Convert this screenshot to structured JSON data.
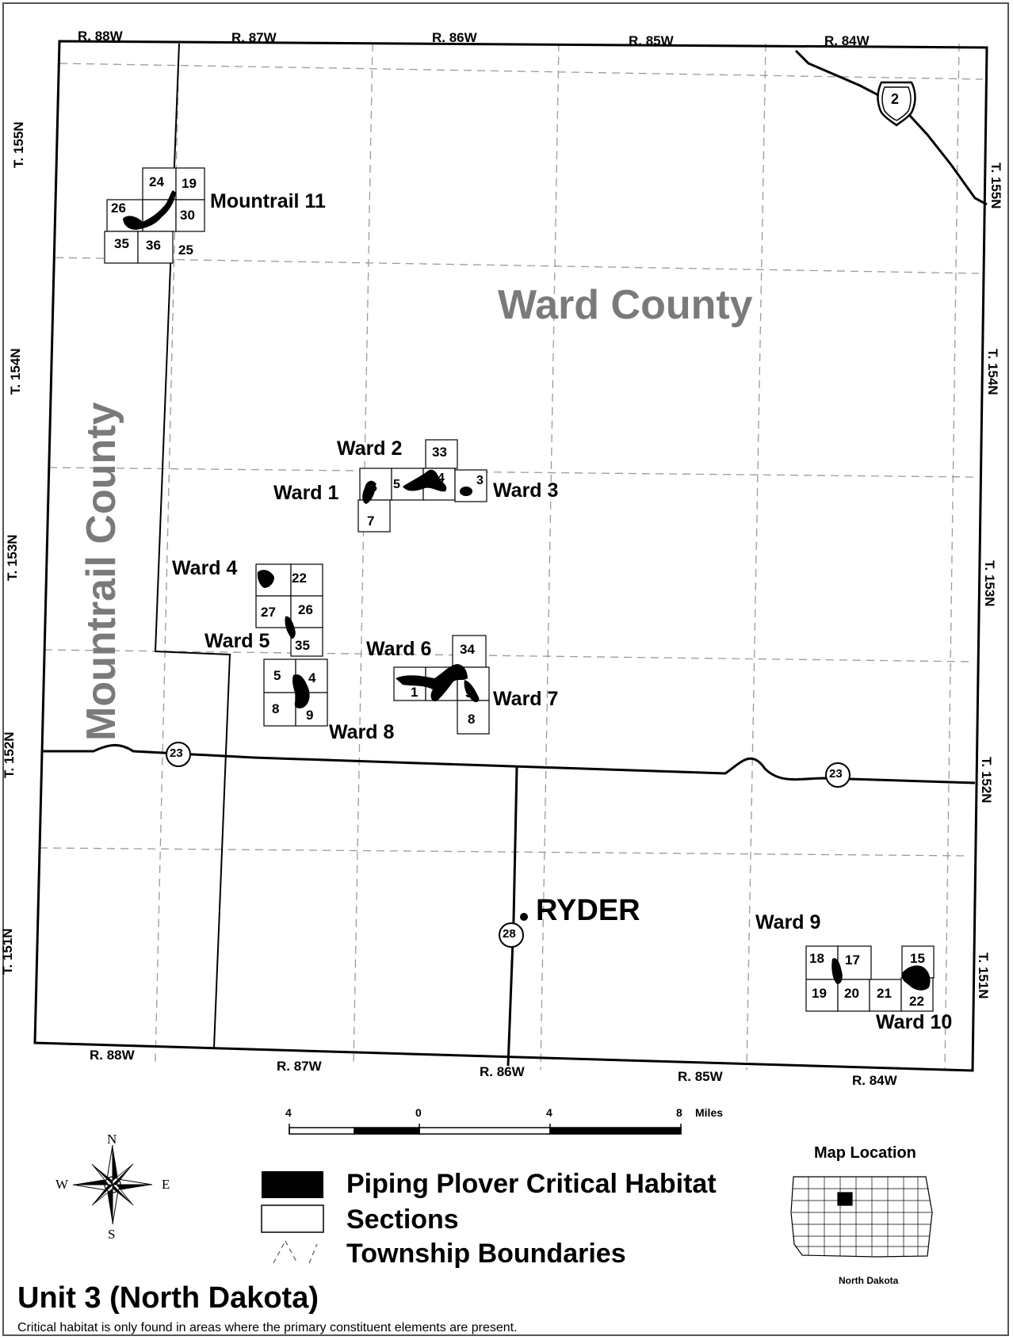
{
  "map": {
    "range_labels_top": [
      "R. 88W",
      "R. 87W",
      "R. 86W",
      "R. 85W",
      "R. 84W"
    ],
    "range_labels_bottom": [
      "R. 88W",
      "R. 87W",
      "R. 86W",
      "R. 85W",
      "R. 84W"
    ],
    "township_labels_left": [
      "T. 155N",
      "T. 154N",
      "T. 153N",
      "T. 152N",
      "T. 151N"
    ],
    "township_labels_right": [
      "T. 155N",
      "T. 154N",
      "T. 153N",
      "T. 152N",
      "T. 151N"
    ],
    "county_labels": {
      "ward": "Ward County",
      "mountrail": "Mountrail County"
    },
    "highways": {
      "us2": "2",
      "hwy23_a": "23",
      "hwy23_b": "23",
      "hwy28": "28"
    },
    "town": "RYDER",
    "units": [
      "Mountrail 11",
      "Ward 1",
      "Ward 2",
      "Ward 3",
      "Ward 4",
      "Ward 5",
      "Ward 6",
      "Ward 7",
      "Ward 8",
      "Ward 9",
      "Ward 10"
    ],
    "section_numbers": {
      "m11": [
        "24",
        "19",
        "26",
        "30",
        "35",
        "36",
        "25"
      ],
      "w123": [
        "33",
        "6",
        "5",
        "4",
        "3",
        "7"
      ],
      "w45": [
        "22",
        "27",
        "26",
        "35"
      ],
      "w8": [
        "5",
        "4",
        "8",
        "9"
      ],
      "w67": [
        "34",
        "1",
        "6",
        "5",
        "8"
      ],
      "w910": [
        "18",
        "17",
        "15",
        "19",
        "20",
        "21",
        "22"
      ]
    }
  },
  "scale_bar": {
    "ticks": [
      "4",
      "0",
      "4",
      "8"
    ],
    "unit": "Miles"
  },
  "compass": {
    "n": "N",
    "s": "S",
    "e": "E",
    "w": "W"
  },
  "legend": {
    "habitat": "Piping Plover Critical Habitat",
    "sections": "Sections",
    "township": "Township Boundaries"
  },
  "inset": {
    "title": "Map Location",
    "caption": "North Dakota"
  },
  "footer": {
    "title": "Unit 3 (North Dakota)",
    "note": "Critical habitat is only found in areas where the primary constituent elements are present."
  },
  "colors": {
    "habitat": "#000000",
    "county_label": "#7a7a7a",
    "boundary": "#000000",
    "township_line": "#9a9a9a"
  }
}
